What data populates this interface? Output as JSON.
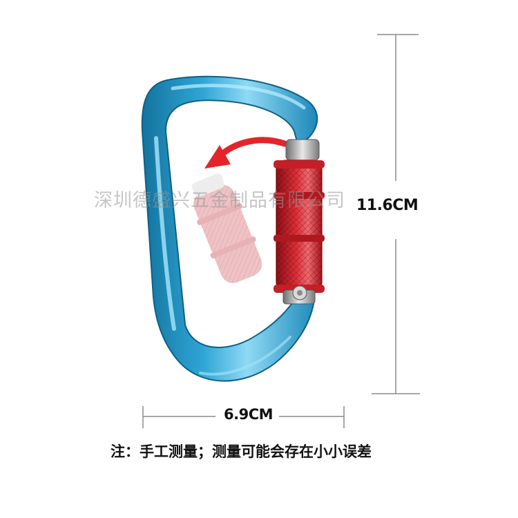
{
  "image": {
    "subject": "carabiner",
    "colors": {
      "frame": "#2fa6d6",
      "frame_highlight": "#8fd9f5",
      "frame_shadow": "#14739e",
      "gate_sleeve": "#d8202a",
      "gate_sleeve_ghost": "#e58a8e",
      "arrow": "#e4242a",
      "dimension_line": "#888888",
      "text": "#111111",
      "watermark": "#999999"
    }
  },
  "dimensions": {
    "height_label": "11.6CM",
    "width_label": "6.9CM"
  },
  "watermark": {
    "text": "深圳德盛兴五金制品有限公司"
  },
  "note": {
    "text": "注：手工测量；测量可能会存在小小误差"
  }
}
